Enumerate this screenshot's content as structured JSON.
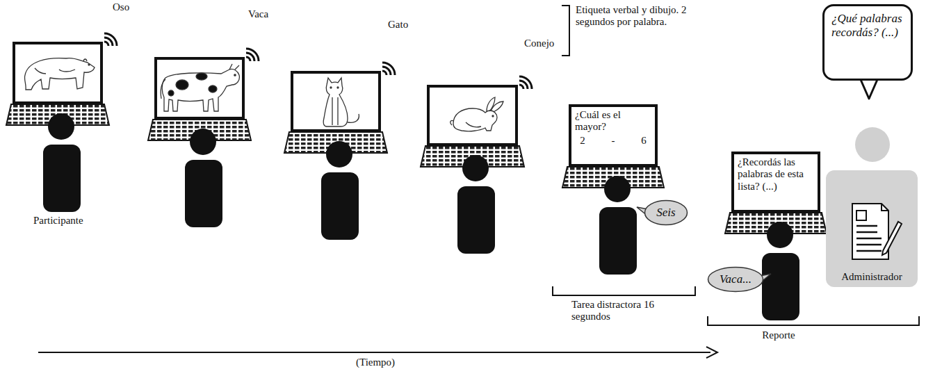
{
  "diagram": {
    "nodes": [
      {
        "text": [
          "¿Cuál es el mayor?",
          "2 - 6"
        ]
      },
      {
        "text": [
          "Seis"
        ]
      },
      {
        "text": [
          "¿Recordás las palabras de esta lista? (...)"
        ]
      },
      {
        "text": [
          "Vaca..."
        ]
      },
      {
        "text": [
          "¿Qué palabras recordás? (...)"
        ]
      },
      {
        "text": [
          "Administrador"
        ]
      }
    ],
    "labels": [
      "Oso",
      "Vaca",
      "Gato",
      "Conejo",
      "Etiqueta verbal y dibujo. 2 segundos por palabra.",
      "Participante",
      "Tarea distractora 16 segundos",
      "Reporte",
      "(Tiempo)"
    ]
  }
}
